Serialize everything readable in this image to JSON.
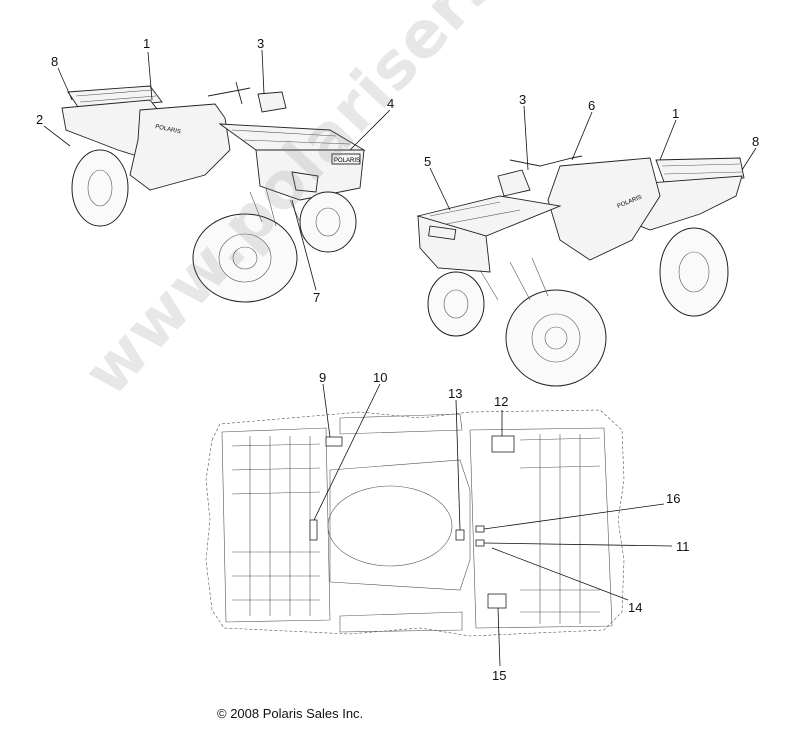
{
  "callouts": {
    "c1a": "1",
    "c2": "2",
    "c3a": "3",
    "c4": "4",
    "c7": "7",
    "c8a": "8",
    "c3b": "3",
    "c6": "6",
    "c1b": "1",
    "c5": "5",
    "c8b": "8",
    "c9": "9",
    "c10": "10",
    "c13": "13",
    "c12": "12",
    "c16": "16",
    "c11": "11",
    "c14": "14",
    "c15": "15"
  },
  "decal_text": {
    "fender_logo": "POLARIS",
    "front_logo": "POLARIS"
  },
  "footer": {
    "copyright": "© 2008 Polaris Sales Inc."
  },
  "watermark": {
    "text": "www.polarisersatzteile.de"
  },
  "colors": {
    "line": "#222222",
    "watermark": "#787878",
    "background": "#ffffff"
  }
}
